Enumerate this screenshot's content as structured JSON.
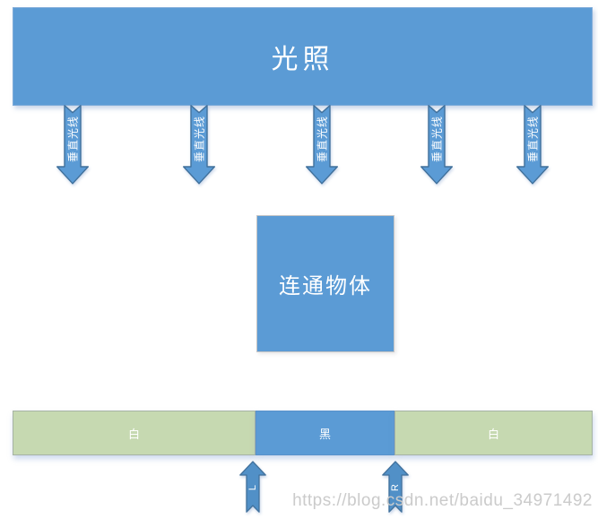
{
  "light_source": {
    "label": "光照"
  },
  "rays": {
    "items": [
      {
        "label": "垂直光线"
      },
      {
        "label": "垂直光线"
      },
      {
        "label": "垂直光线"
      },
      {
        "label": "垂直光线"
      },
      {
        "label": "垂直光线"
      }
    ]
  },
  "object_box": {
    "label": "连通物体"
  },
  "surface_bar": {
    "segments": [
      {
        "label": "白",
        "color": "#c6d9b1"
      },
      {
        "label": "黑",
        "color": "#5b9bd5"
      },
      {
        "label": "白",
        "color": "#c6d9b1"
      }
    ]
  },
  "pointers": [
    {
      "label": "L"
    },
    {
      "label": "R"
    }
  ],
  "watermark": {
    "text": "https://blog.csdn.net/baidu_34971492"
  },
  "colors": {
    "primary_blue": "#5b9bd5",
    "arrow_outline": "#41719c",
    "light_green": "#c6d9b1"
  }
}
